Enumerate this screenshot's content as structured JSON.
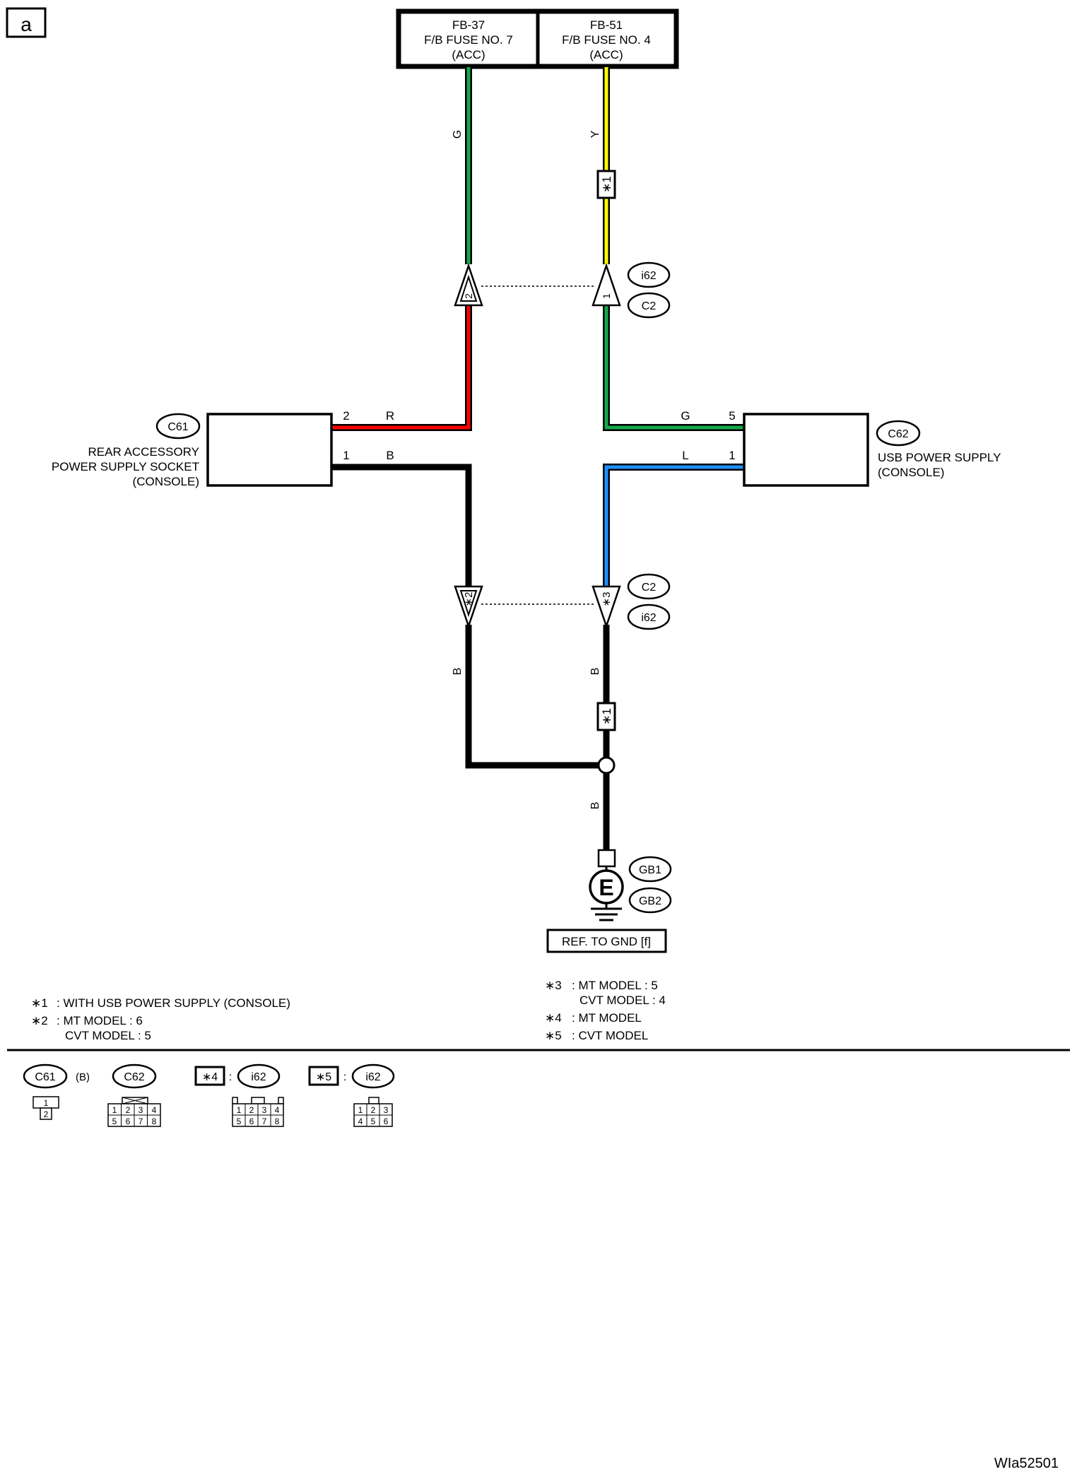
{
  "page_tag": "a",
  "fuses": [
    {
      "id": "FB-37",
      "name": "F/B FUSE NO. 7",
      "mode": "(ACC)"
    },
    {
      "id": "FB-51",
      "name": "F/B FUSE NO. 4",
      "mode": "(ACC)"
    }
  ],
  "wires": {
    "left_top_color": "G",
    "right_top_color": "Y",
    "left_bottom_color": "B",
    "right_bottom_color": "B",
    "ground_wire_color": "B",
    "colors": {
      "G": "#15a84a",
      "Y": "#ffff00",
      "R": "#ff0000",
      "B": "#000000",
      "L": "#1e90ff"
    }
  },
  "star_marks": {
    "right_top": "∗1",
    "right_bottom": "∗1"
  },
  "connectors_top": {
    "left_pin": "2",
    "right_pin": "1",
    "label_upper": "i62",
    "label_lower": "C2"
  },
  "connectors_bottom": {
    "left_pin": "∗2",
    "right_pin": "∗3",
    "label_upper": "C2",
    "label_lower": "i62"
  },
  "left_device": {
    "code": "C61",
    "name_lines": [
      "REAR ACCESSORY",
      "POWER SUPPLY SOCKET",
      "(CONSOLE)"
    ],
    "pin_top": "2",
    "wire_top": "R",
    "pin_bottom": "1",
    "wire_bottom": "B"
  },
  "right_device": {
    "code": "C62",
    "name_lines": [
      "USB POWER SUPPLY",
      "(CONSOLE)"
    ],
    "pin_top": "5",
    "wire_top": "G",
    "pin_bottom": "1",
    "wire_bottom": "L"
  },
  "ground": {
    "symbol": "E",
    "codes": [
      "GB1",
      "GB2"
    ],
    "reference": "REF. TO GND [f]"
  },
  "notes_left": [
    {
      "mark": "∗1",
      "lines": [
        ": WITH USB POWER SUPPLY (CONSOLE)"
      ]
    },
    {
      "mark": "∗2",
      "lines": [
        ": MT MODEL  : 6",
        "CVT MODEL  : 5"
      ]
    }
  ],
  "notes_right": [
    {
      "mark": "∗3",
      "lines": [
        ": MT MODEL  : 5",
        "CVT MODEL  : 4"
      ]
    },
    {
      "mark": "∗4",
      "lines": [
        ": MT MODEL"
      ]
    },
    {
      "mark": "∗5",
      "lines": [
        ": CVT MODEL"
      ]
    }
  ],
  "connector_legend": {
    "c61_code": "C61",
    "c61_color": "(B)",
    "c61_pins": [
      "1",
      "2"
    ],
    "c62_code": "C62",
    "c62_pins": [
      "1",
      "2",
      "3",
      "4",
      "5",
      "6",
      "7",
      "8"
    ],
    "i62a_mark": "∗4",
    "i62a_code": "i62",
    "i62a_pins": [
      "1",
      "2",
      "3",
      "4",
      "5",
      "6",
      "7",
      "8"
    ],
    "i62b_mark": "∗5",
    "i62b_code": "i62",
    "i62b_pins": [
      "1",
      "2",
      "3",
      "4",
      "5",
      "6"
    ],
    "colon": ":"
  },
  "figure_id": "WIa52501"
}
